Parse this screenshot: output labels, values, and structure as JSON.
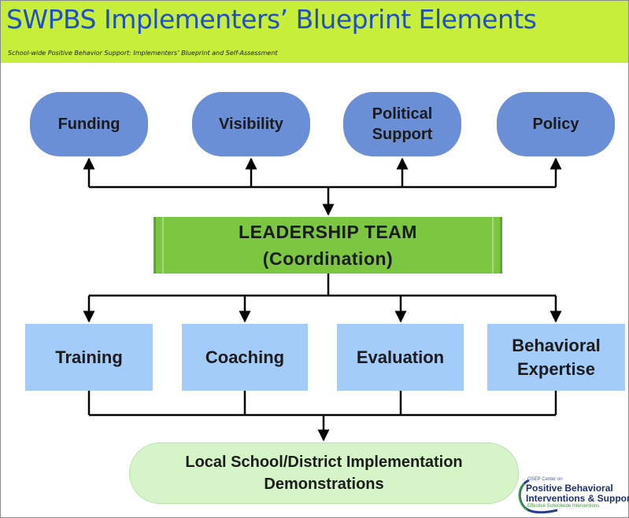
{
  "header": {
    "title": "SWPBS Implementers’ Blueprint Elements",
    "subtitle": "School-wide Positive Behavior Support: Implementers’ Blueprint and Self-Assessment"
  },
  "top_nodes": [
    "Funding",
    "Visibility",
    "Political Support",
    "Policy"
  ],
  "leadership": {
    "line1": "LEADERSHIP TEAM",
    "line2": "(Coordination)"
  },
  "mid_nodes": [
    "Training",
    "Coaching",
    "Evaluation",
    "Behavioral Expertise"
  ],
  "bottom_node": {
    "line1": "Local School/District Implementation",
    "line2": "Demonstrations"
  },
  "logo": {
    "line1": "OSEP Center on",
    "line2": "Positive Behavioral",
    "line3": "Interventions & Support",
    "line4": "Effective Schoolwide Interventions"
  },
  "colors": {
    "header_bg": "#c7ee3a",
    "title": "#1f50c8",
    "top_node": "#6a8fd6",
    "mid_node": "#a3ccfb",
    "leadership": "#7cc642",
    "bottom_node": "#d5f5c9"
  }
}
